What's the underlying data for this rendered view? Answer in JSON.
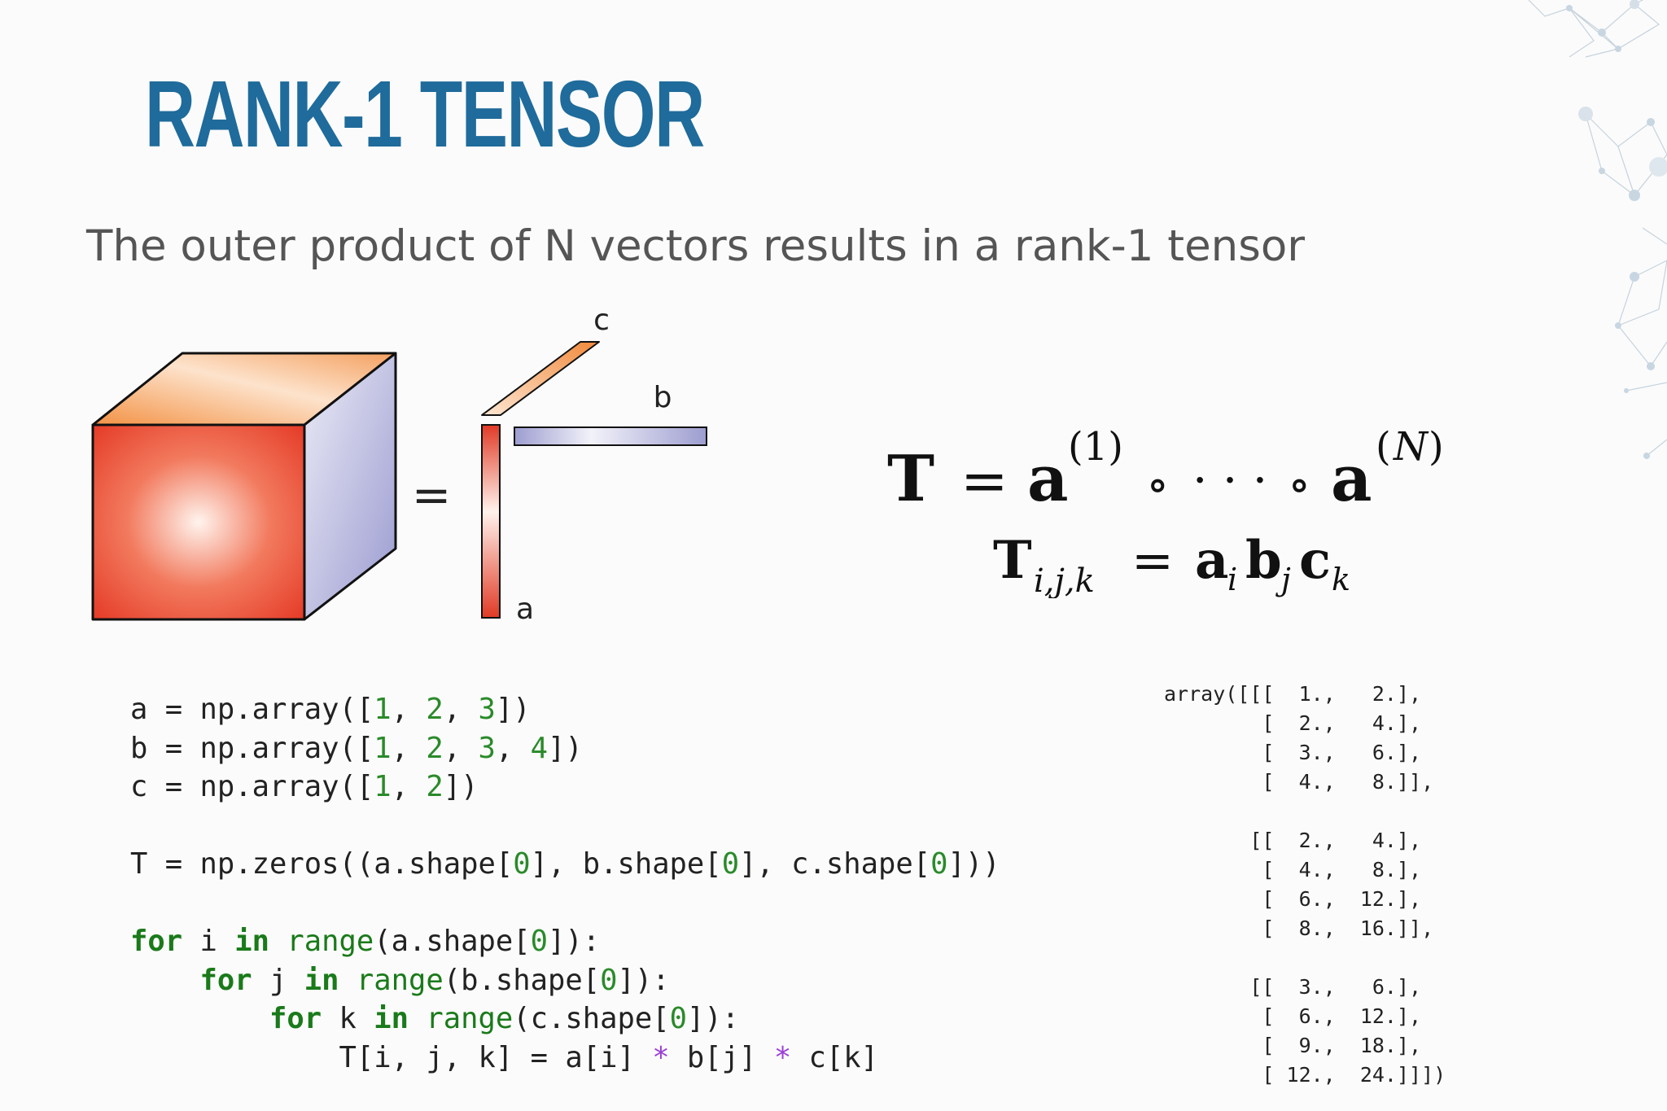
{
  "slide": {
    "title": "RANK-1 TENSOR",
    "subtitle": "The outer product of N vectors results in a rank-1 tensor"
  },
  "diagram": {
    "equals_sign": "=",
    "labels": {
      "a": "a",
      "b": "b",
      "c": "c"
    },
    "colors": {
      "cube_front": "#e8432a",
      "cube_top": "#f39a4e",
      "cube_side": "#a8a8d6",
      "vector_a": "#e03a25",
      "vector_b": "#9f9fd1",
      "vector_c": "#f29548"
    }
  },
  "formula": {
    "line1": "T = a(1) ∘ · · · ∘ a(N)",
    "line2": "Ti,j,k = ai bj ck"
  },
  "code": {
    "lines": [
      "a = np.array([1, 2, 3])",
      "b = np.array([1, 2, 3, 4])",
      "c = np.array([1, 2])",
      "",
      "T = np.zeros((a.shape[0], b.shape[0], c.shape[0]))",
      "",
      "for i in range(a.shape[0]):",
      "    for j in range(b.shape[0]):",
      "        for k in range(c.shape[0]):",
      "            T[i, j, k] = a[i] * b[j] * c[k]"
    ]
  },
  "output": {
    "lines": [
      "array([[[  1.,   2.],",
      "        [  2.,   4.],",
      "        [  3.,   6.],",
      "        [  4.,   8.]],",
      "",
      "       [[  2.,   4.],",
      "        [  4.,   8.],",
      "        [  6.,  12.],",
      "        [  8.,  16.]],",
      "",
      "       [[  3.,   6.],",
      "        [  6.,  12.],",
      "        [  9.,  18.],",
      "        [ 12.,  24.]]])"
    ]
  }
}
